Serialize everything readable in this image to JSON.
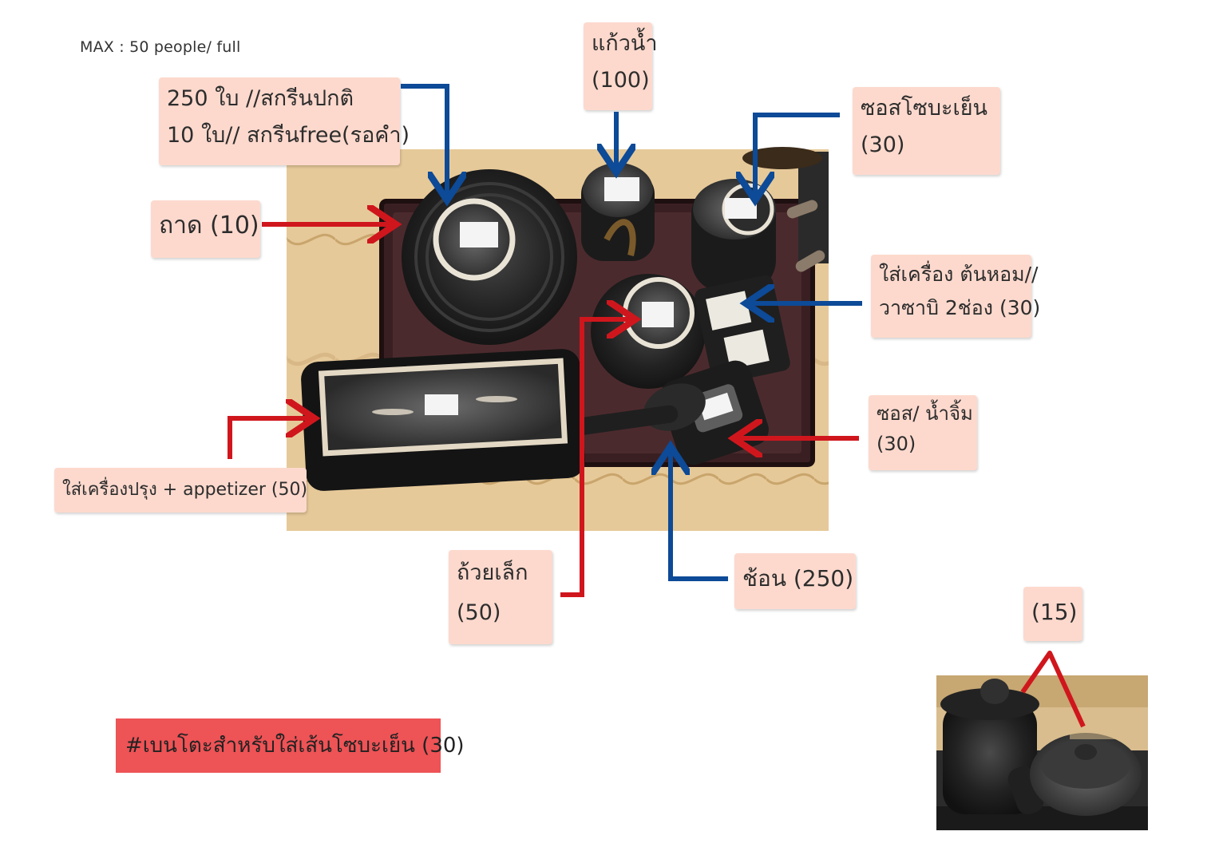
{
  "note": "MAX : 50 people/ full",
  "labels": {
    "bowl_big": [
      "250 ใบ //สกรีนปกติ",
      "10 ใบ// สกรีนfree(รอคำ)"
    ],
    "glass": [
      "แก้วน้ำ",
      "(100)"
    ],
    "soba_sauce": [
      "ซอสโซบะเย็น",
      "(30)"
    ],
    "tray": "ถาด (10)",
    "condiment_2": [
      "ใส่เครื่อง ต้นหอม//",
      "วาซาบิ 2ช่อง (30)"
    ],
    "dip_sauce": [
      "ซอส/ น้ำจิ้ม",
      "(30)"
    ],
    "appetizer": "ใส่เครื่องปรุง + appetizer (50)",
    "small_bowl": [
      "ถ้วยเล็ก",
      "(50)"
    ],
    "spoon": "ช้อน (250)",
    "teapot": "(15)"
  },
  "hashtag": "#เบนโตะสำหรับใส่เส้นโซบะเย็น (30)",
  "colors": {
    "label_bg": "#fdd9cd",
    "arrow_red": "#d0161d",
    "arrow_blue": "#0d4a97",
    "hashtag_bg": "#ee5356"
  }
}
